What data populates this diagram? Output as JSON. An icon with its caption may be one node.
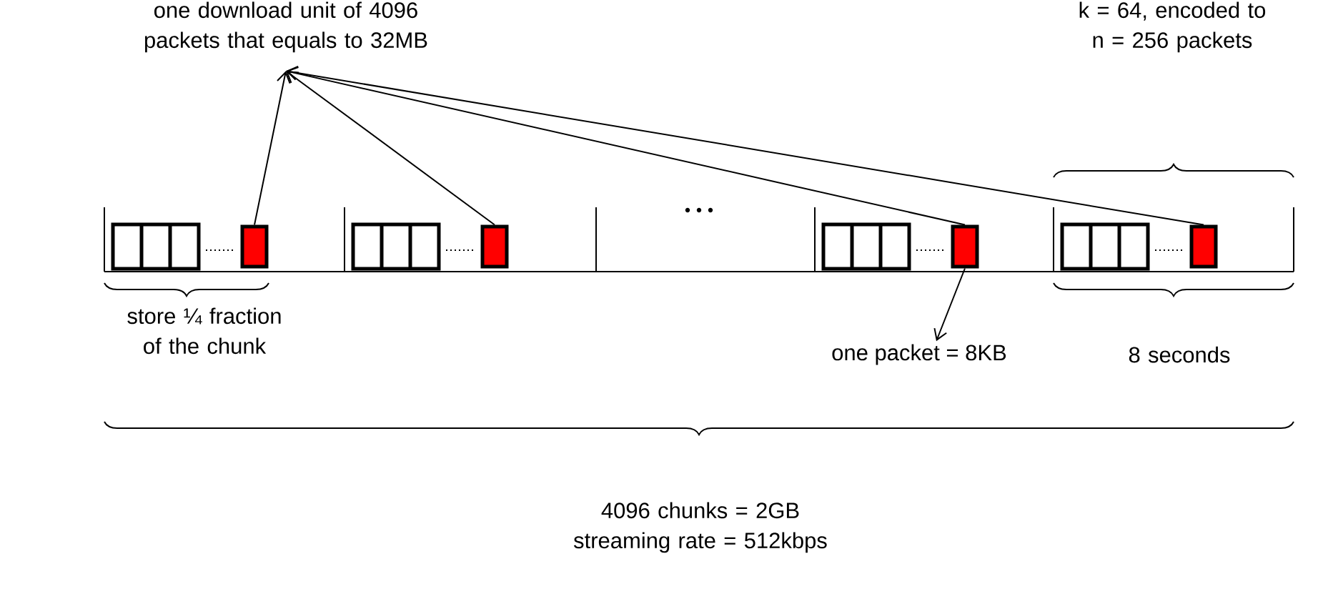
{
  "diagram": {
    "nodes": [
      {
        "text": [
          "one download unit of 4096 packets that equals to 32MB"
        ]
      },
      {
        "text": [],
        "shape": "box"
      },
      {
        "text": [],
        "shape": "box"
      },
      {
        "text": [],
        "shape": "box"
      },
      {
        "text": [],
        "shape": "box"
      },
      {
        "text": [
          "one packet = 8KB"
        ]
      }
    ],
    "edges": [
      {
        "from": 1,
        "to": 0,
        "arrow": "to"
      },
      {
        "from": 2,
        "to": 0,
        "arrow": "to"
      },
      {
        "from": 3,
        "to": 0,
        "arrow": "to"
      },
      {
        "from": 4,
        "to": 0,
        "arrow": "to"
      },
      {
        "from": 3,
        "to": 5,
        "arrow": "to"
      }
    ],
    "labels": [
      "k = 64, encoded to n = 256 packets",
      "store ¼ fraction of the chunk",
      "8 seconds",
      "4096 chunks = 2GB streaming rate = 512kbps"
    ]
  }
}
